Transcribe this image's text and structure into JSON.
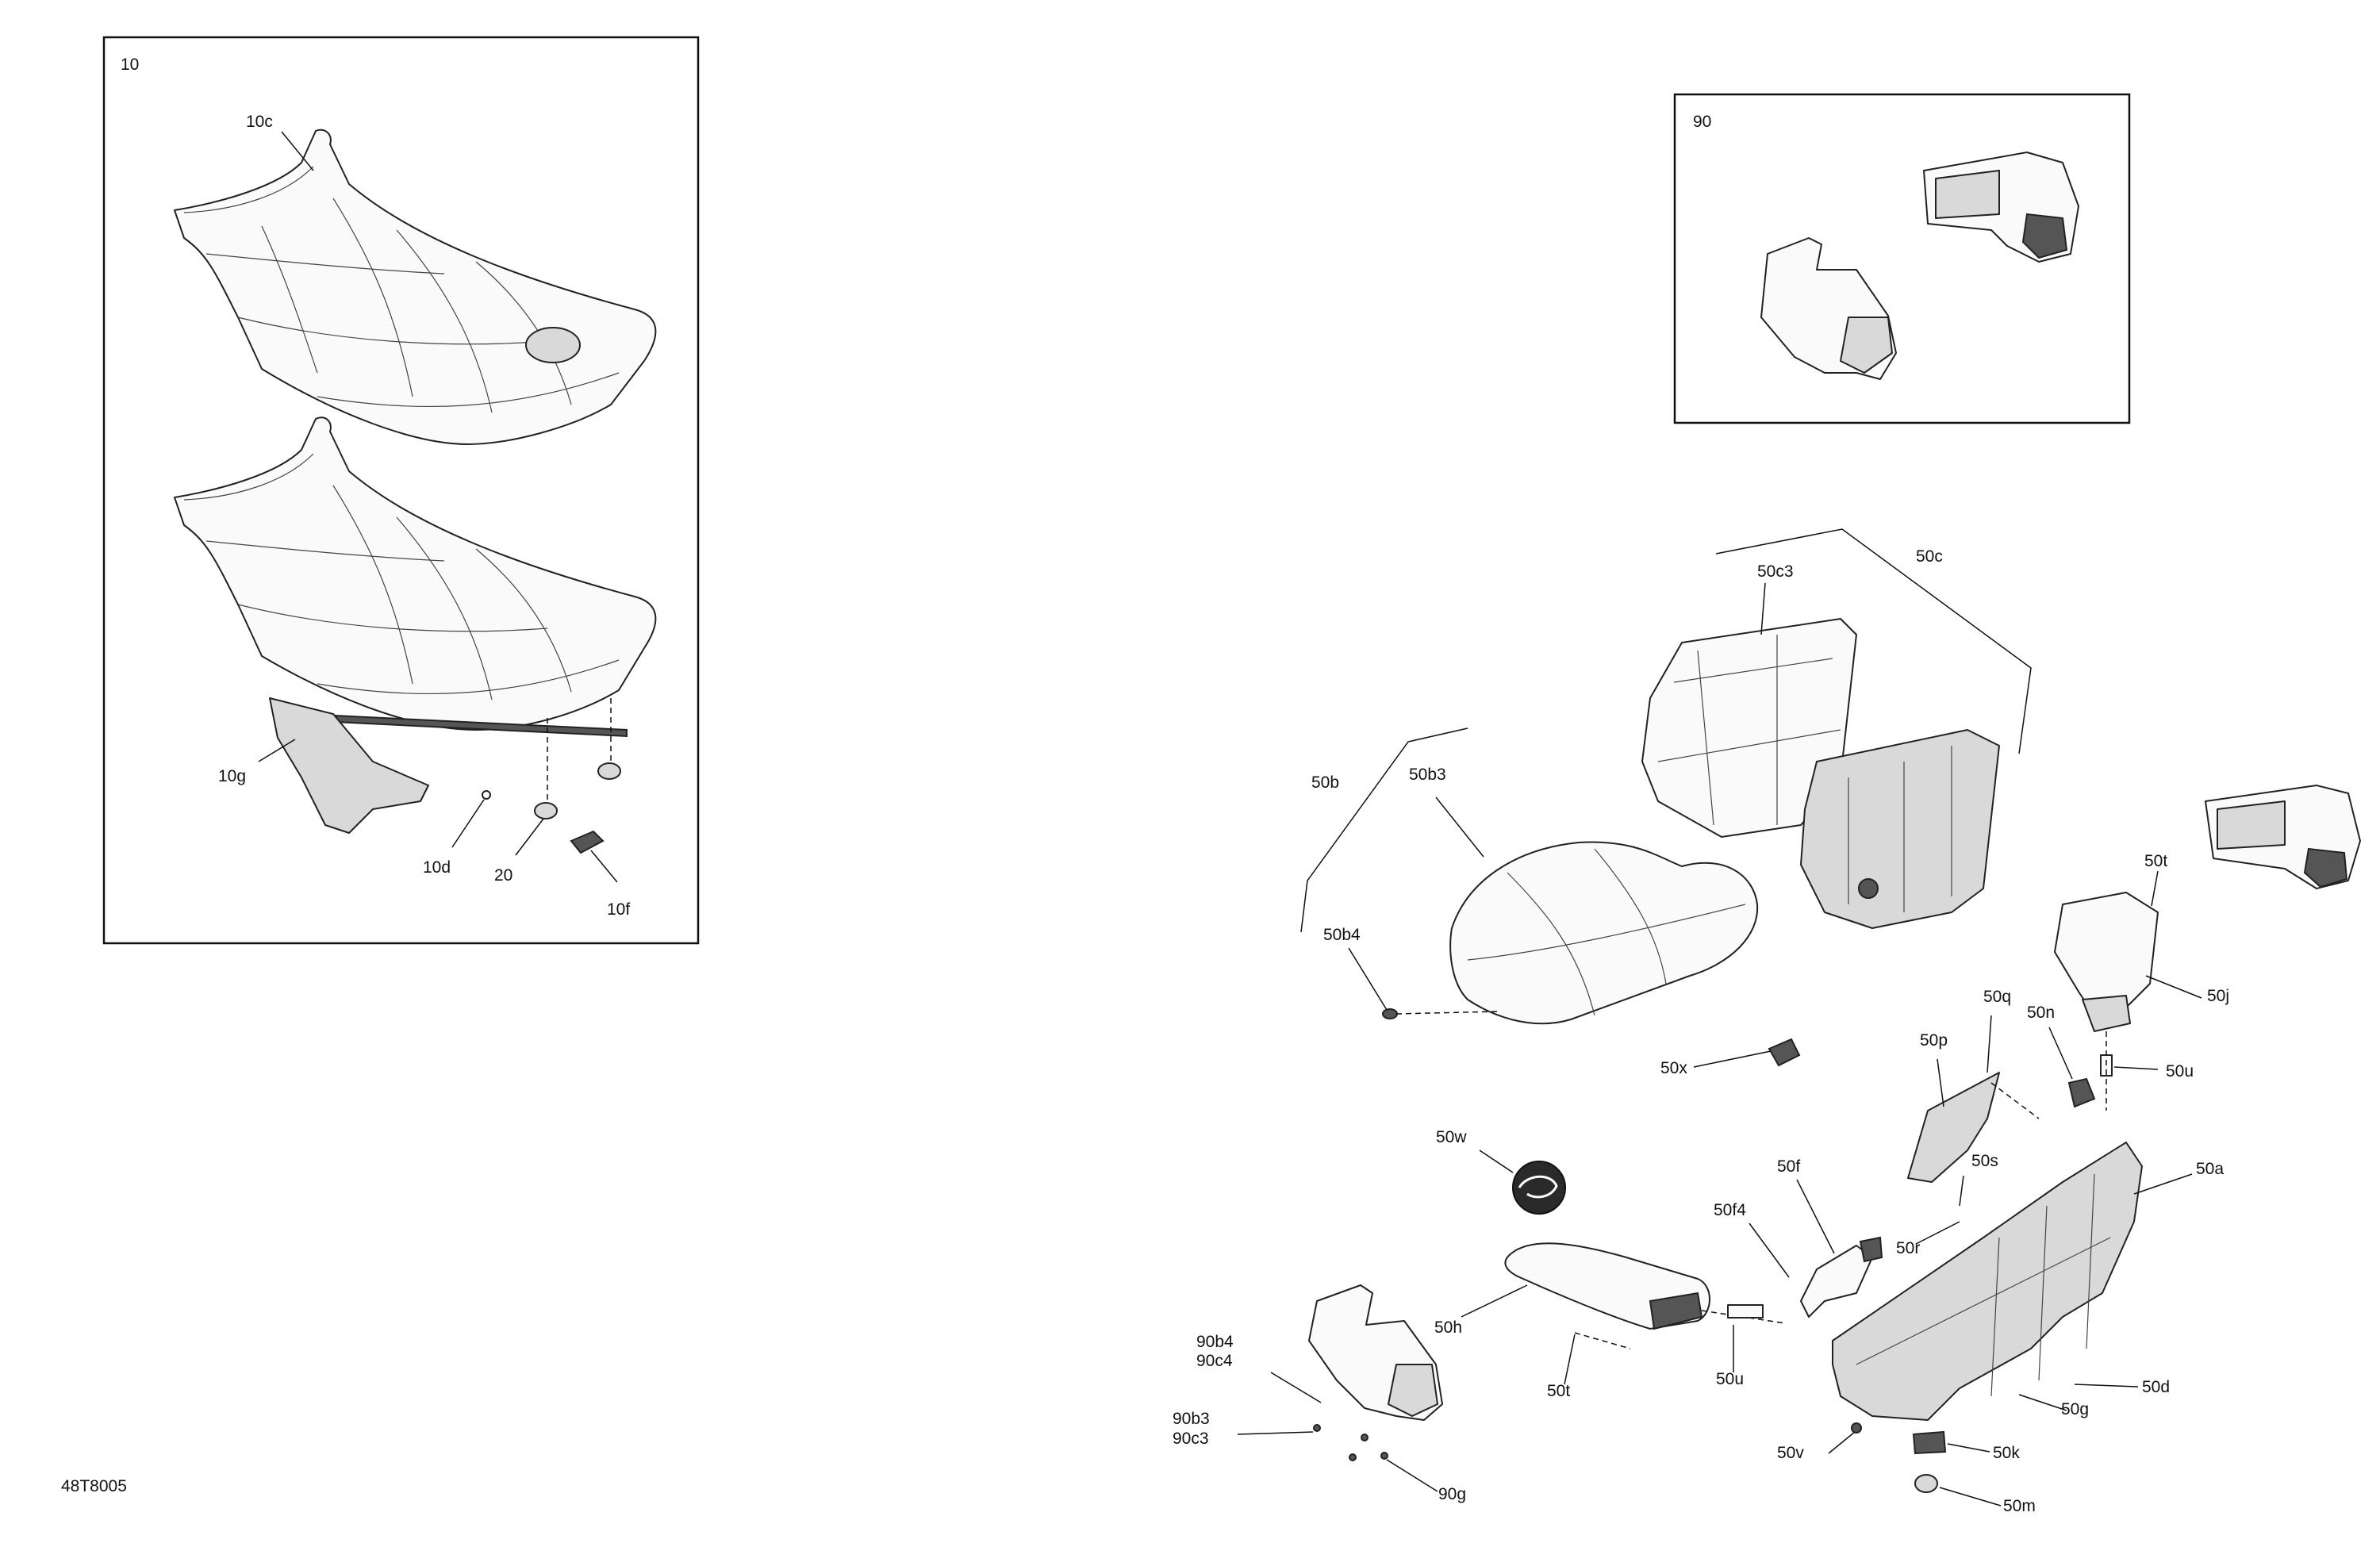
{
  "figure_code": "48T8005",
  "inset_10": {
    "title": "10",
    "labels": {
      "c": "10c",
      "g": "10g",
      "d": "10d",
      "p20": "20",
      "f": "10f"
    }
  },
  "inset_90": {
    "title": "90"
  },
  "main": {
    "labels": {
      "c": "50c",
      "c3": "50c3",
      "b": "50b",
      "b3": "50b3",
      "b4": "50b4",
      "t_top": "50t",
      "j": "50j",
      "q": "50q",
      "p": "50p",
      "n": "50n",
      "u_right": "50u",
      "x": "50x",
      "w": "50w",
      "f": "50f",
      "s": "50s",
      "a": "50a",
      "f4": "50f4",
      "r": "50r",
      "h": "50h",
      "b4_90": "90b4",
      "c4_90": "90c4",
      "t_bottom": "50t",
      "u_bottom": "50u",
      "d": "50d",
      "g": "50g",
      "b3_90": "90b3",
      "c3_90": "90c3",
      "v": "50v",
      "k": "50k",
      "g_90": "90g",
      "m": "50m"
    }
  },
  "icons": [
    "seat-icon",
    "backrest-icon",
    "side-pod-icon",
    "armrest-icon",
    "logo-emblem-icon",
    "bracket-icon",
    "fastener-icon"
  ]
}
